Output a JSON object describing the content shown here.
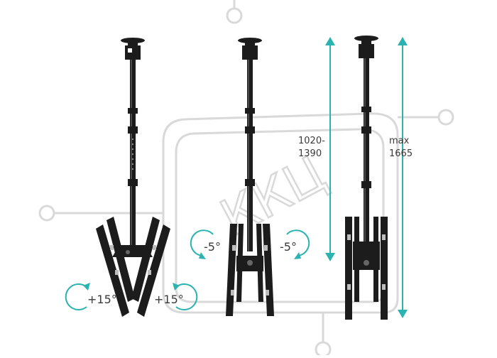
{
  "watermark": {
    "text": "ККЦ",
    "color": "#d9d9d9"
  },
  "colors": {
    "mount": "#1c1c1c",
    "mount_highlight": "#4a4a4a",
    "accent": "#2ab3b0",
    "label": "#3a3a3a"
  },
  "mount_left": {
    "tilt_left_label": "+15°",
    "tilt_right_label": "+15°",
    "tilt_angle_deg": 15
  },
  "mount_middle": {
    "tilt_left_label": "-5°",
    "tilt_right_label": "-5°",
    "tilt_angle_deg": -5
  },
  "mount_right": {
    "min_height_line1": "1020-",
    "min_height_line2": "1390",
    "max_height_line1": "max",
    "max_height_line2": "1665"
  }
}
